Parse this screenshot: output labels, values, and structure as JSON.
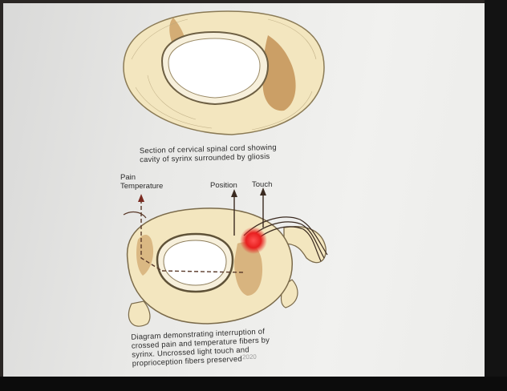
{
  "top_caption": [
    "Section of cervical spinal cord showing",
    "cavity of syrinx surrounded by gliosis"
  ],
  "labels": {
    "pain": "Pain",
    "temperature": "Temperature",
    "position": "Position",
    "touch": "Touch"
  },
  "bottom_caption": [
    "Diagram demonstrating interruption of",
    "crossed pain and temperature fibers by",
    "syrinx. Uncrossed light touch and",
    "proprioception fibers preserved"
  ],
  "watermark": "2020",
  "colors": {
    "cord_fill": "#f3e6bf",
    "gray_matter": "#c99a5c",
    "outline": "#7a6a4a",
    "lesion": "#e52020"
  }
}
